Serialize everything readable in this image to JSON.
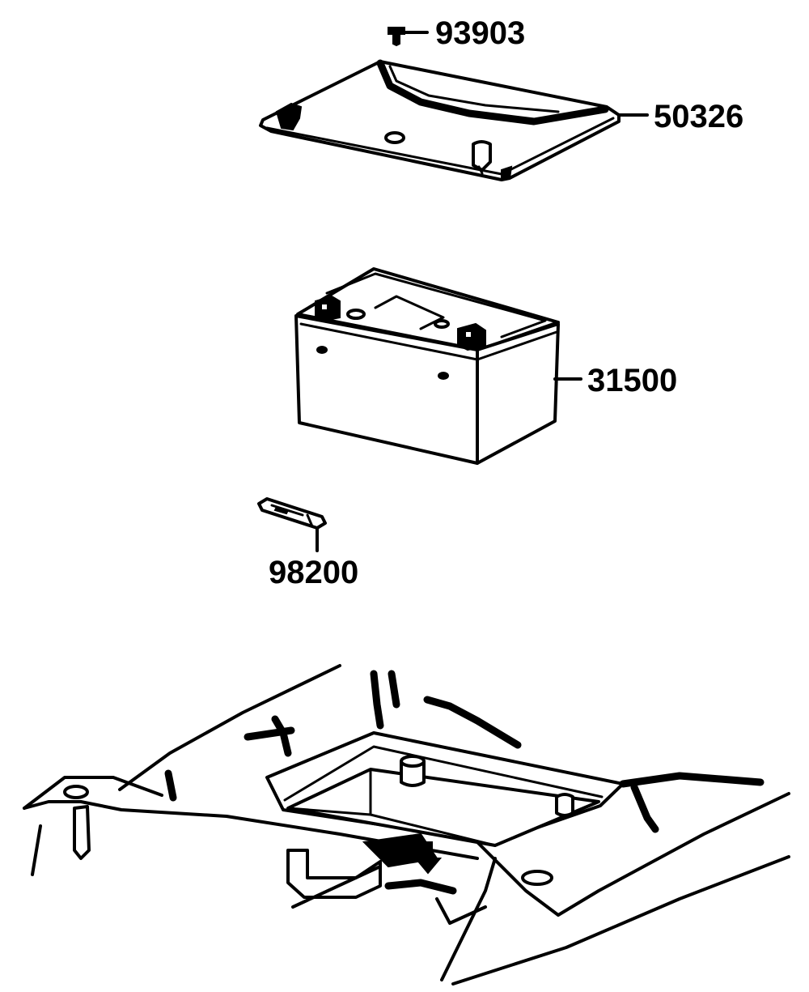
{
  "diagram": {
    "parts": [
      {
        "id": "screw",
        "number": "93903"
      },
      {
        "id": "battery-cover",
        "number": "50326"
      },
      {
        "id": "battery",
        "number": "31500"
      },
      {
        "id": "fuse",
        "number": "98200"
      }
    ]
  },
  "colors": {
    "ink": "#000000",
    "paper": "#ffffff"
  },
  "icons": {
    "screw": "screw-icon"
  }
}
